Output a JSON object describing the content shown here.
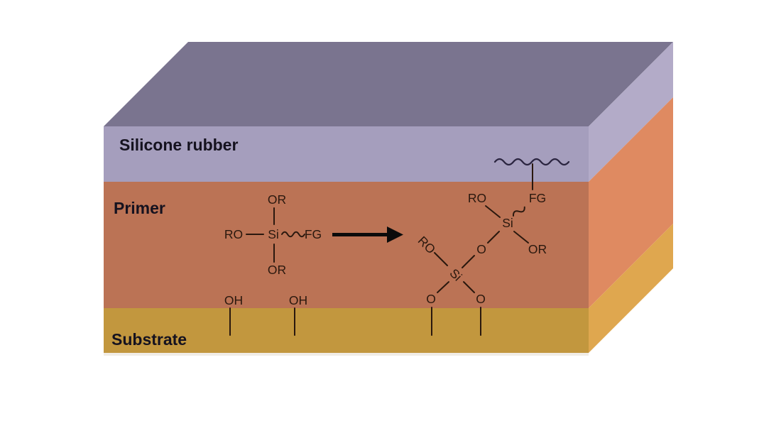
{
  "figure": {
    "layers": {
      "silicone_label": "Silicone rubber",
      "primer_label": "Primer",
      "substrate_label": "Substrate"
    },
    "chemistry": {
      "monomer": {
        "or_top": "OR",
        "ro_left": "RO",
        "si": "Si",
        "fg": "FG",
        "or_bottom": "OR"
      },
      "surface_hydroxyls": [
        "OH",
        "OH"
      ],
      "network": {
        "ro_upper": "RO",
        "fg": "FG",
        "si_upper": "Si",
        "or_right": "OR",
        "o_bridge": "O",
        "ro_lower": "RO",
        "si_lower": "Si",
        "o_left": "O",
        "o_right": "O"
      }
    },
    "colors": {
      "background": "#ffffff",
      "top_face": "#7a748f",
      "silicone_front": "#a59ebd",
      "silicone_side": "#b3abc8",
      "primer_front": "#bb7355",
      "primer_side": "#df8a61",
      "substrate_front": "#c2973e",
      "substrate_side": "#dfa74f",
      "layer_label_text": "#15121f",
      "chem_text": "#2a180e",
      "bond": "#2a180e",
      "arrow": "#0b0b0b",
      "polymer_squiggle": "#2b2540"
    }
  }
}
